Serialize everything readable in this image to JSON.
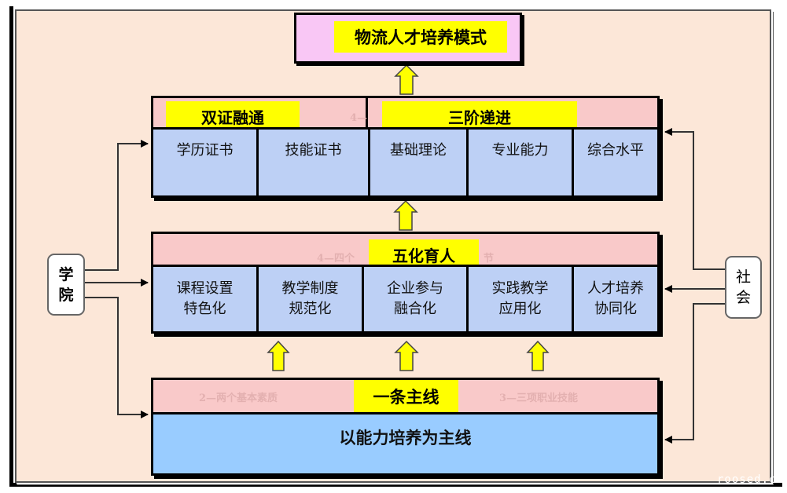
{
  "diagram": {
    "title": "物流人才培养模式",
    "layers": [
      {
        "id": "top",
        "headers": [
          "双证融通",
          "三阶递进"
        ],
        "ghost_text": "4—",
        "cells": [
          {
            "lines": [
              "学历证书"
            ]
          },
          {
            "lines": [
              "技能证书"
            ]
          },
          {
            "lines": [
              "基础理论"
            ]
          },
          {
            "lines": [
              "专业能力"
            ]
          },
          {
            "lines": [
              "综合水平"
            ]
          }
        ]
      },
      {
        "id": "middle",
        "header": "五化育人",
        "ghost_left": "4—四个",
        "ghost_right": "节",
        "cells": [
          {
            "lines": [
              "课程设置",
              "特色化"
            ]
          },
          {
            "lines": [
              "教学制度",
              "规范化"
            ]
          },
          {
            "lines": [
              "企业参与",
              "融合化"
            ]
          },
          {
            "lines": [
              "实践教学",
              "应用化"
            ]
          },
          {
            "lines": [
              "人才培养",
              "协同化"
            ]
          }
        ]
      },
      {
        "id": "bottom",
        "header": "一条主线",
        "ghost_left": "2—两个基本素质",
        "ghost_right": "3—三项职业技能",
        "body": "以能力培养为主线"
      }
    ],
    "left_node": {
      "lines": [
        "学",
        "院"
      ]
    },
    "right_node": {
      "lines": [
        "社",
        "会"
      ]
    },
    "watermark": "roosed.com",
    "colors": {
      "background": "#fce7d8",
      "title_fill": "#f9c7f5",
      "highlight": "#ffff00",
      "header_fill": "#f9c9c9",
      "cell_fill": "#bdd0f5",
      "main_fill": "#99ccff",
      "arrow_fill": "#ffff00"
    }
  }
}
